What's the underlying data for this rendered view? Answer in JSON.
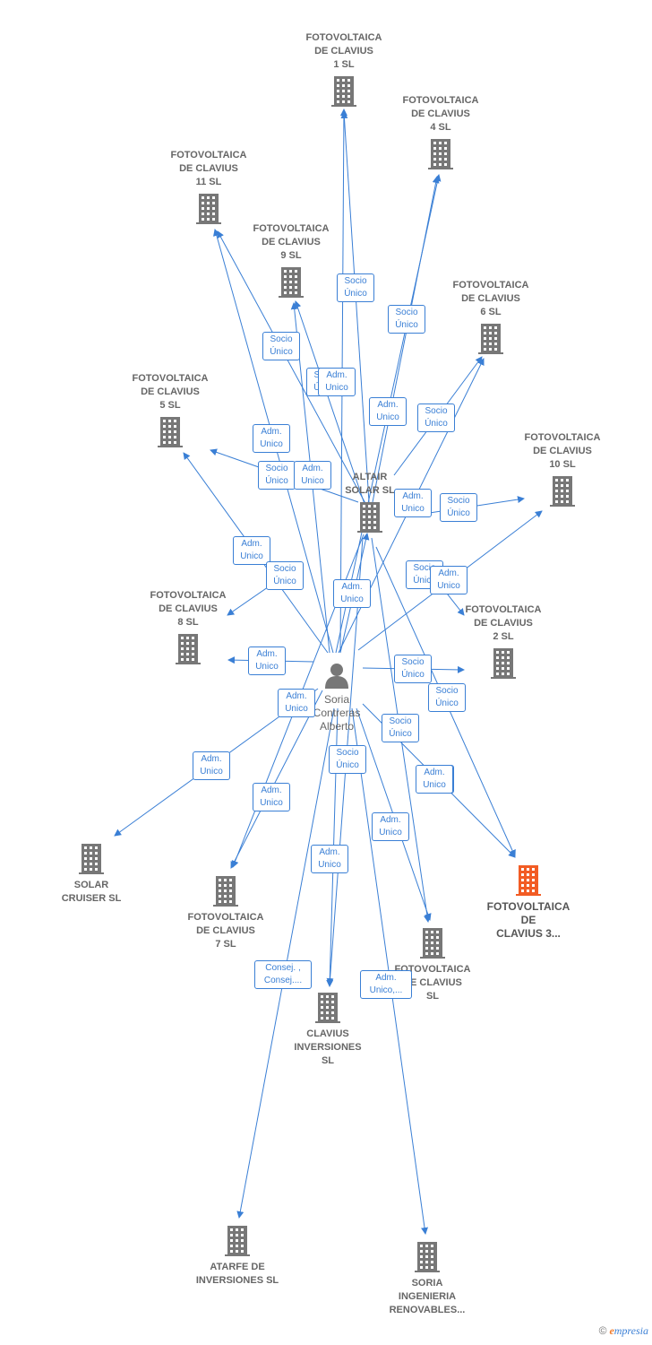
{
  "colors": {
    "edge": "#3a7fd5",
    "building": "#777777",
    "building_highlight": "#f25c24",
    "person": "#777777"
  },
  "nodes": [
    {
      "id": "fc1",
      "label": "FOTOVOLTAICA\nDE CLAVIUS\n1  SL",
      "icon": "building-icon"
    },
    {
      "id": "fc4",
      "label": "FOTOVOLTAICA\nDE CLAVIUS\n4  SL",
      "icon": "building-icon"
    },
    {
      "id": "fc11",
      "label": "FOTOVOLTAICA\nDE CLAVIUS\n11  SL",
      "icon": "building-icon"
    },
    {
      "id": "fc9",
      "label": "FOTOVOLTAICA\nDE CLAVIUS\n9  SL",
      "icon": "building-icon"
    },
    {
      "id": "fc6",
      "label": "FOTOVOLTAICA\nDE CLAVIUS\n6  SL",
      "icon": "building-icon"
    },
    {
      "id": "fc5",
      "label": "FOTOVOLTAICA\nDE CLAVIUS\n5  SL",
      "icon": "building-icon"
    },
    {
      "id": "fc10",
      "label": "FOTOVOLTAICA\nDE CLAVIUS\n10  SL",
      "icon": "building-icon"
    },
    {
      "id": "altair",
      "label": "ALTAIR\nSOLAR SL",
      "icon": "building-icon"
    },
    {
      "id": "fc8",
      "label": "FOTOVOLTAICA\nDE CLAVIUS\n8  SL",
      "icon": "building-icon"
    },
    {
      "id": "fc2",
      "label": "FOTOVOLTAICA\nDE CLAVIUS\n2  SL",
      "icon": "building-icon"
    },
    {
      "id": "person",
      "label": "Soria\nContreras\nAlberto",
      "icon": "person-icon"
    },
    {
      "id": "solar",
      "label": "SOLAR\nCRUISER  SL",
      "icon": "building-icon"
    },
    {
      "id": "fc7",
      "label": "FOTOVOLTAICA\nDE CLAVIUS\n7  SL",
      "icon": "building-icon"
    },
    {
      "id": "fc3",
      "label": "FOTOVOLTAICA\nDE\nCLAVIUS 3...",
      "icon": "building-icon",
      "highlight": true
    },
    {
      "id": "fcx",
      "label": "FOTOVOLTAICA\nDE CLAVIUS\nSL",
      "icon": "building-icon"
    },
    {
      "id": "clavius",
      "label": "CLAVIUS\nINVERSIONES\nSL",
      "icon": "building-icon"
    },
    {
      "id": "atarfe",
      "label": "ATARFE DE\nINVERSIONES SL",
      "icon": "building-icon"
    },
    {
      "id": "soriaing",
      "label": "SORIA\nINGENIERIA\nRENOVABLES...",
      "icon": "building-icon"
    }
  ],
  "edge_labels": [
    "Socio\nÚnico",
    "Socio\nÚnico",
    "Socio\nÚnico",
    "Socio\nÚnico",
    "Adm.\nUnico",
    "Socio\nÚnico",
    "Adm.\nUnico",
    "Socio\nÚnico",
    "Adm.\nUnico",
    "Adm.\nUnico",
    "Socio\nÚnico",
    "Adm.\nUnico",
    "Socio\nÚnico",
    "Adm.\nUnico",
    "Socio\nÚnico",
    "Adm.\nUnico",
    "Adm.\nUnico",
    "Socio\nÚnico",
    "Adm.\nUnico",
    "Socio\nÚnico",
    "Socio\nÚnico",
    "Socio\nÚnico",
    "Adm.\nUnico",
    "Adm.\nUnico",
    "Socio\nÚnico",
    "Adm.\nUnico",
    "Adm.\nUnico",
    "Adm.\nUnico",
    "Adm.\nUnico",
    "Consej. ,\nConsej....",
    "Adm.\nUnico,..."
  ],
  "brand": {
    "copyright": "©",
    "initial": "e",
    "name": "mpresia"
  }
}
